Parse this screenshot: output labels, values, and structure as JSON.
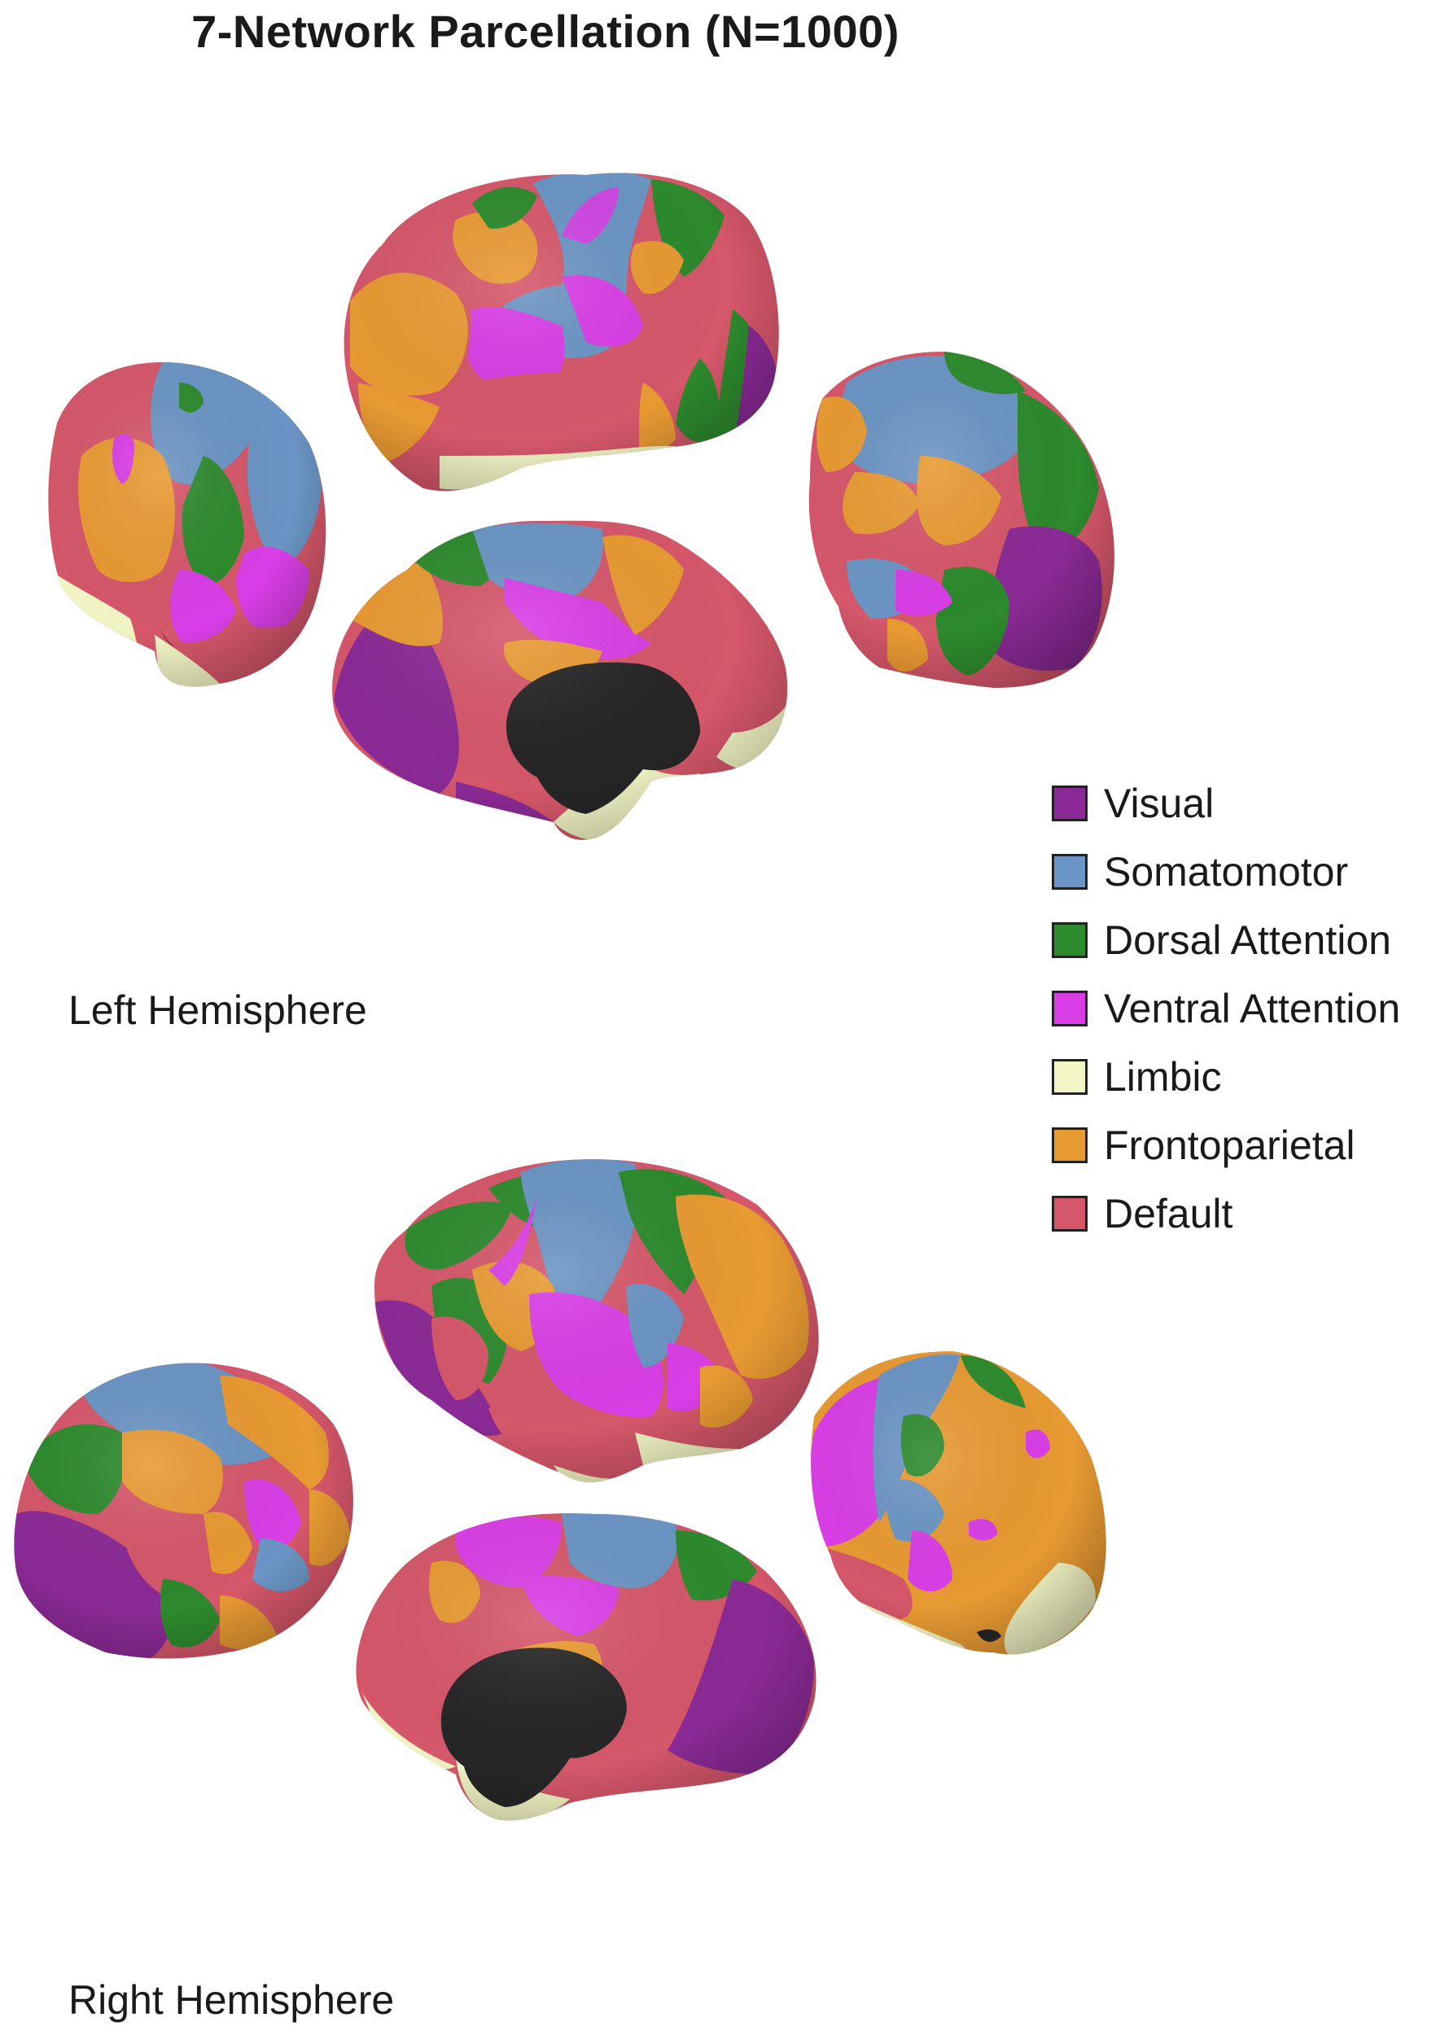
{
  "figure": {
    "title": "7-Network Parcellation (N=1000)",
    "left_label": "Left Hemisphere",
    "right_label": "Right Hemisphere"
  },
  "legend": [
    {
      "name": "Visual",
      "color": "#8B2A96"
    },
    {
      "name": "Somatomotor",
      "color": "#6B95C4"
    },
    {
      "name": "Dorsal Attention",
      "color": "#2D8A2D"
    },
    {
      "name": "Ventral Attention",
      "color": "#D93EE6"
    },
    {
      "name": "Limbic",
      "color": "#F2F5C4"
    },
    {
      "name": "Frontoparietal",
      "color": "#E89A32"
    },
    {
      "name": "Default",
      "color": "#D5576A"
    }
  ],
  "colors": {
    "medial_wall": "#262626"
  }
}
